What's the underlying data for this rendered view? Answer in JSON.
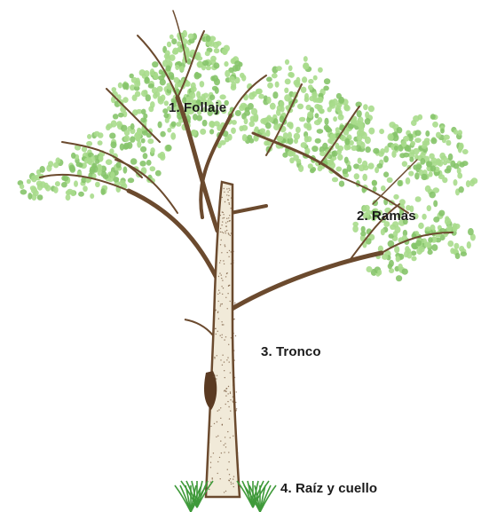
{
  "labels": {
    "foliage": "1. Follaje",
    "branches": "2. Ramas",
    "trunk": "3. Tronco",
    "root": "4. Raíz y cuello"
  },
  "colors": {
    "foliage": "#a9dc8c",
    "foliage_dark": "#86c46a",
    "bark": "#6b4a2e",
    "bark_fill": "#f1ead9",
    "grass": "#3f9a3a",
    "label": "#1a1a1a"
  }
}
